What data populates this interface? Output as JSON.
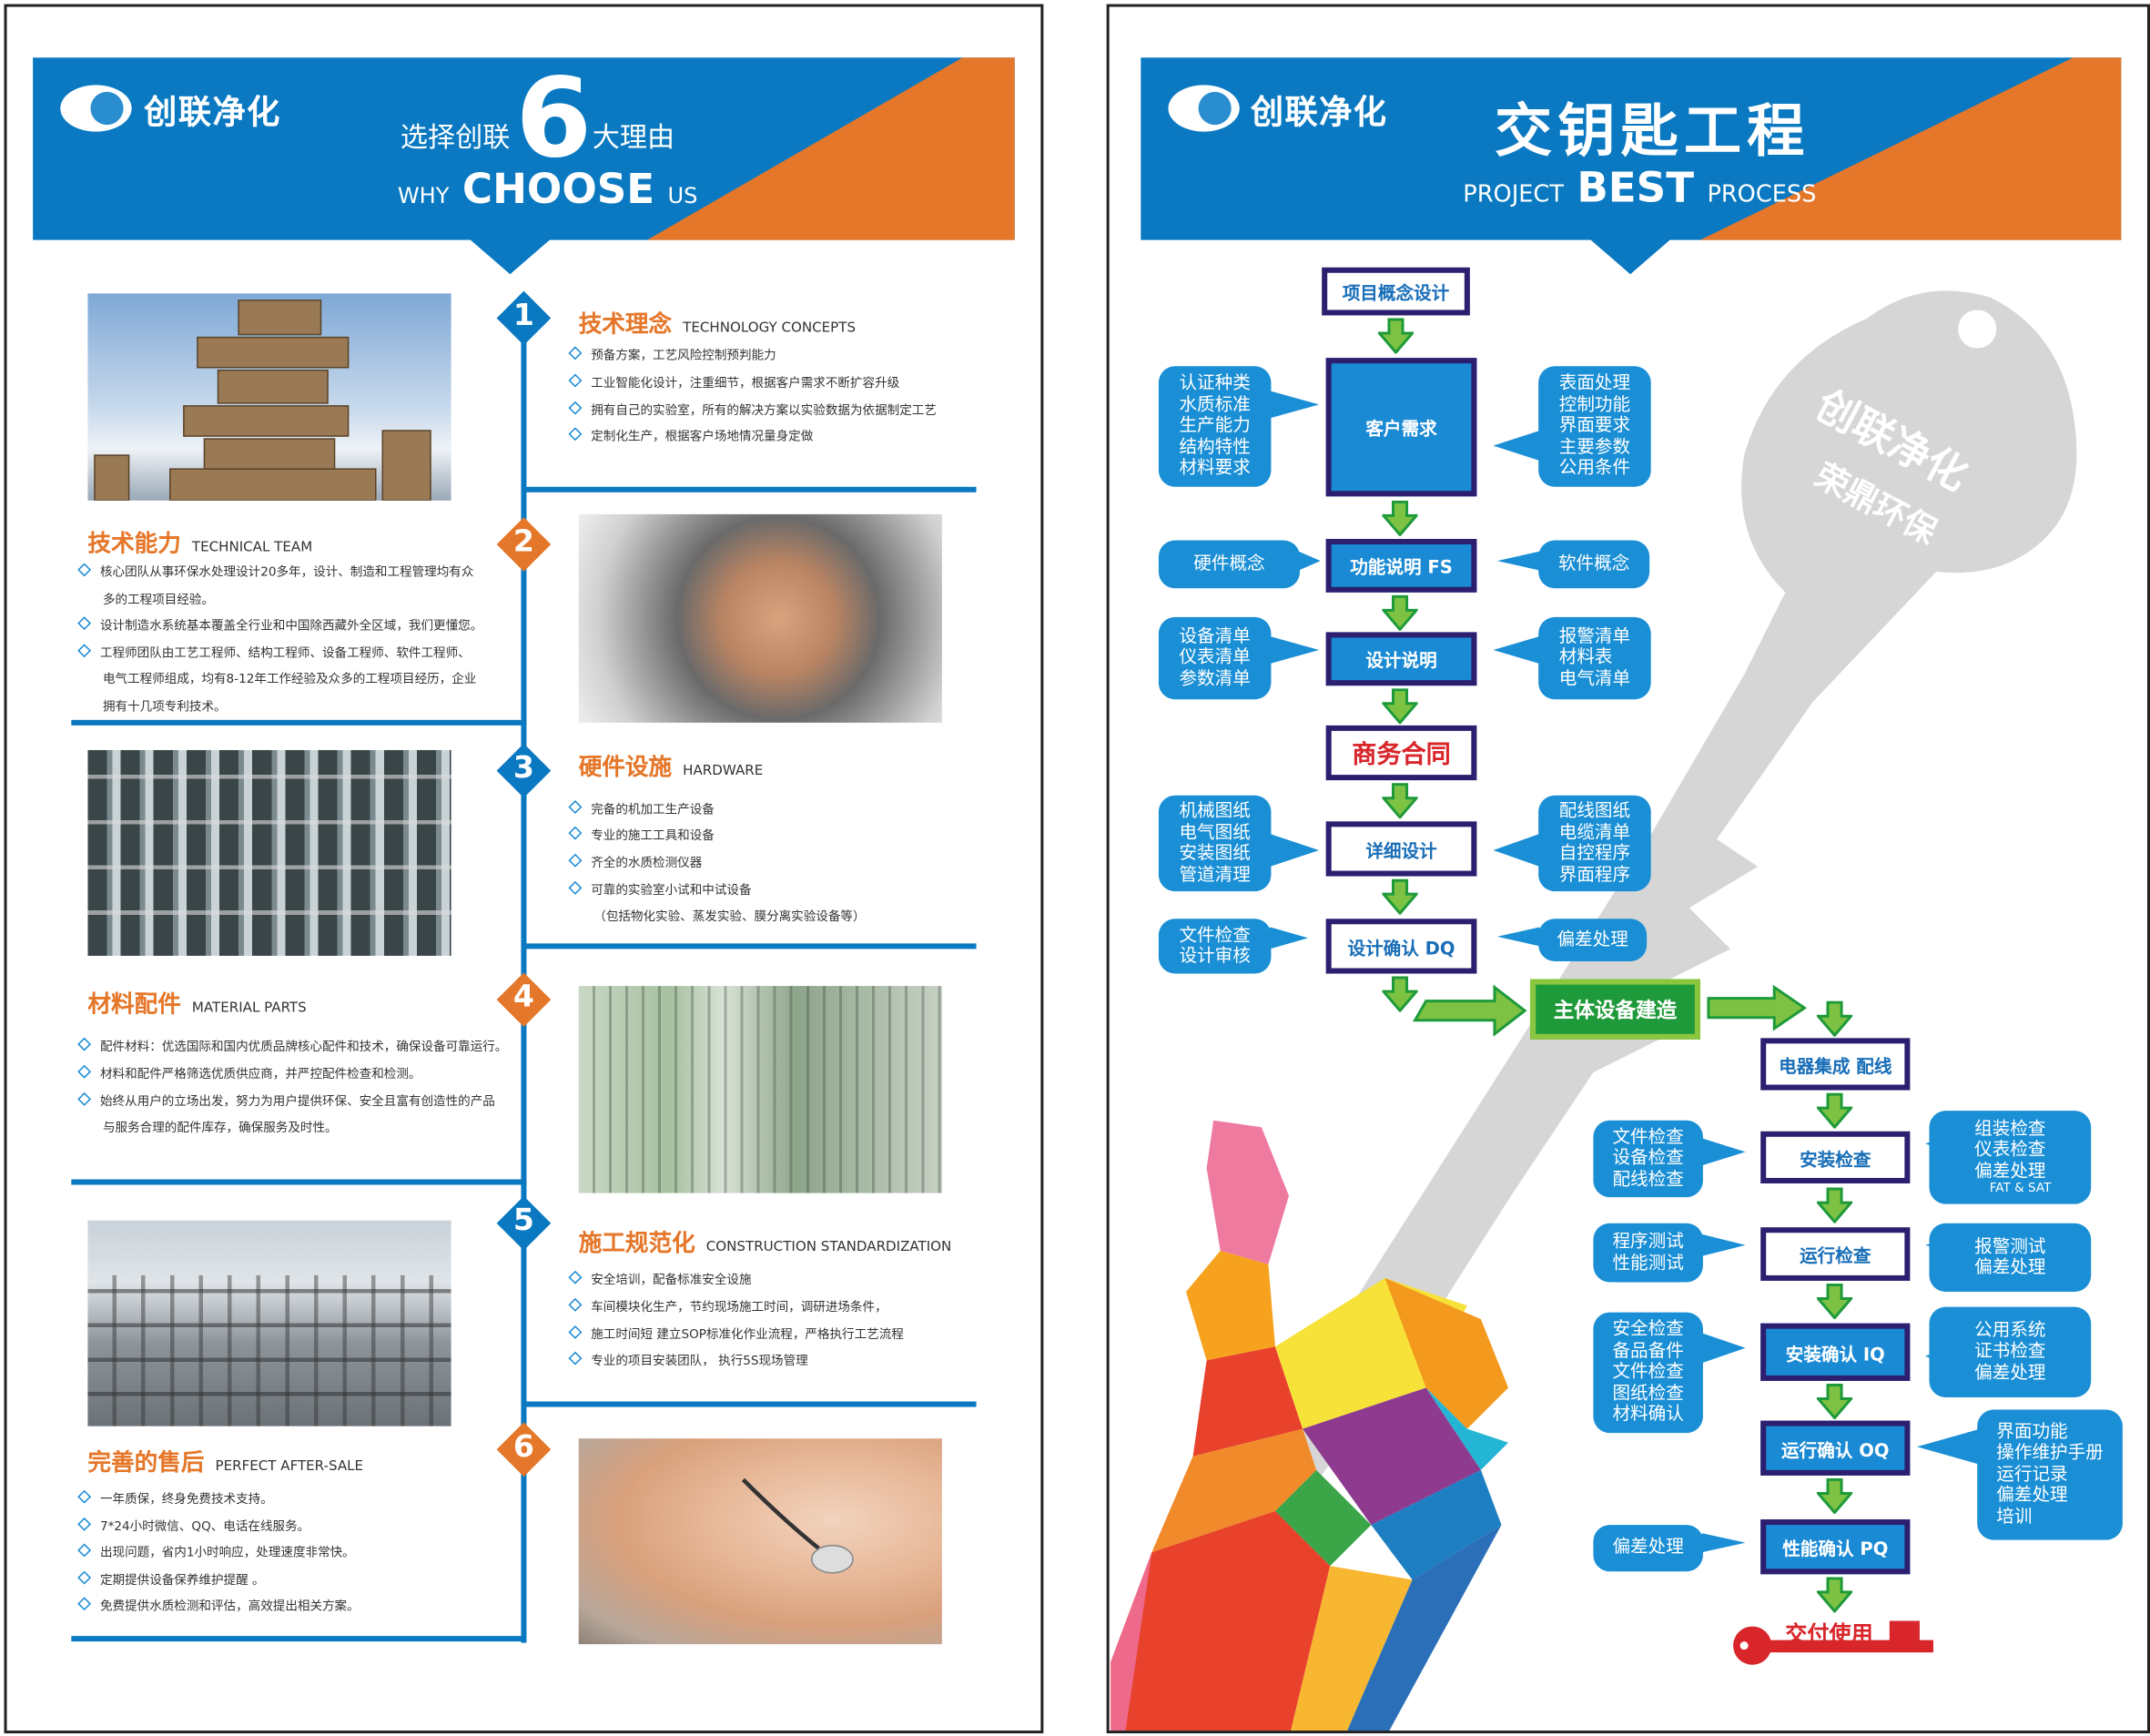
{
  "left": {
    "logo": "创联净化",
    "header": {
      "pre": "选择创联",
      "number": "6",
      "post": "大理由",
      "why": "WHY",
      "choose": "CHOOSE",
      "us": "US"
    },
    "sections": [
      {
        "num": "1",
        "cn": "技术理念",
        "en": "TECHNOLOGY CONCEPTS",
        "bullets": [
          "预备方案，工艺风险控制预判能力",
          "工业智能化设计，注重细节，根据客户需求不断扩容升级",
          "拥有自己的实验室，所有的解决方案以实验数据为依据制定工艺",
          "定制化生产，根据客户场地情况量身定做"
        ]
      },
      {
        "num": "2",
        "cn": "技术能力",
        "en": "TECHNICAL TEAM",
        "bullets": [
          "核心团队从事环保水处理设计20多年，设计、制造和工程管理均有众",
          "多的工程项目经验。",
          "设计制造水系统基本覆盖全行业和中国除西藏外全区域，我们更懂您。",
          "工程师团队由工艺工程师、结构工程师、设备工程师、软件工程师、",
          "电气工程师组成，均有8-12年工作经验及众多的工程项目经历，企业",
          "拥有十几项专利技术。"
        ]
      },
      {
        "num": "3",
        "cn": "硬件设施",
        "en": "HARDWARE",
        "bullets": [
          "完备的机加工生产设备",
          "专业的施工工具和设备",
          "齐全的水质检测仪器",
          "可靠的实验室小试和中试设备",
          "（包括物化实验、蒸发实验、膜分离实验设备等）"
        ]
      },
      {
        "num": "4",
        "cn": "材料配件",
        "en": "MATERIAL PARTS",
        "bullets": [
          "配件材料：优选国际和国内优质品牌核心配件和技术，确保设备可靠运行。",
          "材料和配件严格筛选优质供应商，并严控配件检查和检测。",
          "始终从用户的立场出发，努力为用户提供环保、安全且富有创造性的产品",
          "与服务合理的配件库存，确保服务及时性。"
        ]
      },
      {
        "num": "5",
        "cn": "施工规范化",
        "en": "CONSTRUCTION STANDARDIZATION",
        "bullets": [
          "安全培训，配备标准安全设施",
          "车间模块化生产，节约现场施工时间，调研进场条件，",
          "施工时间短 建立SOP标准化作业流程，严格执行工艺流程",
          "专业的项目安装团队， 执行5S现场管理"
        ]
      },
      {
        "num": "6",
        "cn": "完善的售后",
        "en": "PERFECT AFTER-SALE",
        "bullets": [
          "一年质保，终身免费技术支持。",
          "7*24小时微信、QQ、电话在线服务。",
          "出现问题，省内1小时响应，处理速度非常快。",
          "定期提供设备保养维护提醒 。",
          "免费提供水质检测和评估，高效提出相关方案。"
        ]
      }
    ]
  },
  "right": {
    "logo": "创联净化",
    "title": "交钥匙工程",
    "sub_pre": "PROJECT",
    "sub_big": "BEST",
    "sub_post": "PROCESS",
    "watermark": [
      "创联净化",
      "荣鼎环保"
    ],
    "steps": {
      "concept": "项目概念设计",
      "demand": "客户需求",
      "fs": "功能说明  FS",
      "ds": "设计说明",
      "contract": "商务合同",
      "detail": "详细设计",
      "dq": "设计确认  DQ",
      "build": "主体设备建造",
      "wiring": "电器集成  配线",
      "install_check": "安装检查",
      "run_check": "运行检查",
      "iq": "安装确认  IQ",
      "oq": "运行确认  OQ",
      "pq": "性能确认  PQ",
      "deliver": "交付使用"
    },
    "bubbles": {
      "demand_l": "认证种类\n水质标准\n生产能力\n结构特性\n材料要求",
      "demand_r": "表面处理\n控制功能\n界面要求\n主要参数\n公用条件",
      "fs_l": "硬件概念",
      "fs_r": "软件概念",
      "ds_l": "设备清单\n仪表清单\n参数清单",
      "ds_r": "报警清单\n材料表\n电气清单",
      "detail_l": "机械图纸\n电气图纸\n安装图纸\n管道清理",
      "detail_r": "配线图纸\n电缆清单\n自控程序\n界面程序",
      "dq_l": "文件检查\n设计审核",
      "dq_r": "偏差处理",
      "ic_l": "文件检查\n设备检查\n配线检查",
      "ic_r": "组装检查\n仪表检查\n偏差处理",
      "ic_r_small": "FAT & SAT",
      "rc_l": "程序测试\n性能测试",
      "rc_r": "报警测试\n偏差处理",
      "iq_l": "安全检查\n备品备件\n文件检查\n图纸检查\n材料确认",
      "iq_r": "公用系统\n证书检查\n偏差处理",
      "oq_r": "界面功能\n操作维护手册\n运行记录\n偏差处理\n培训",
      "pq_l": "偏差处理"
    }
  },
  "colors": {
    "blue": "#0a79c1",
    "orange": "#e5772a",
    "navy": "#2c1f6f",
    "green": "#7dc242",
    "red": "#d8262b"
  }
}
